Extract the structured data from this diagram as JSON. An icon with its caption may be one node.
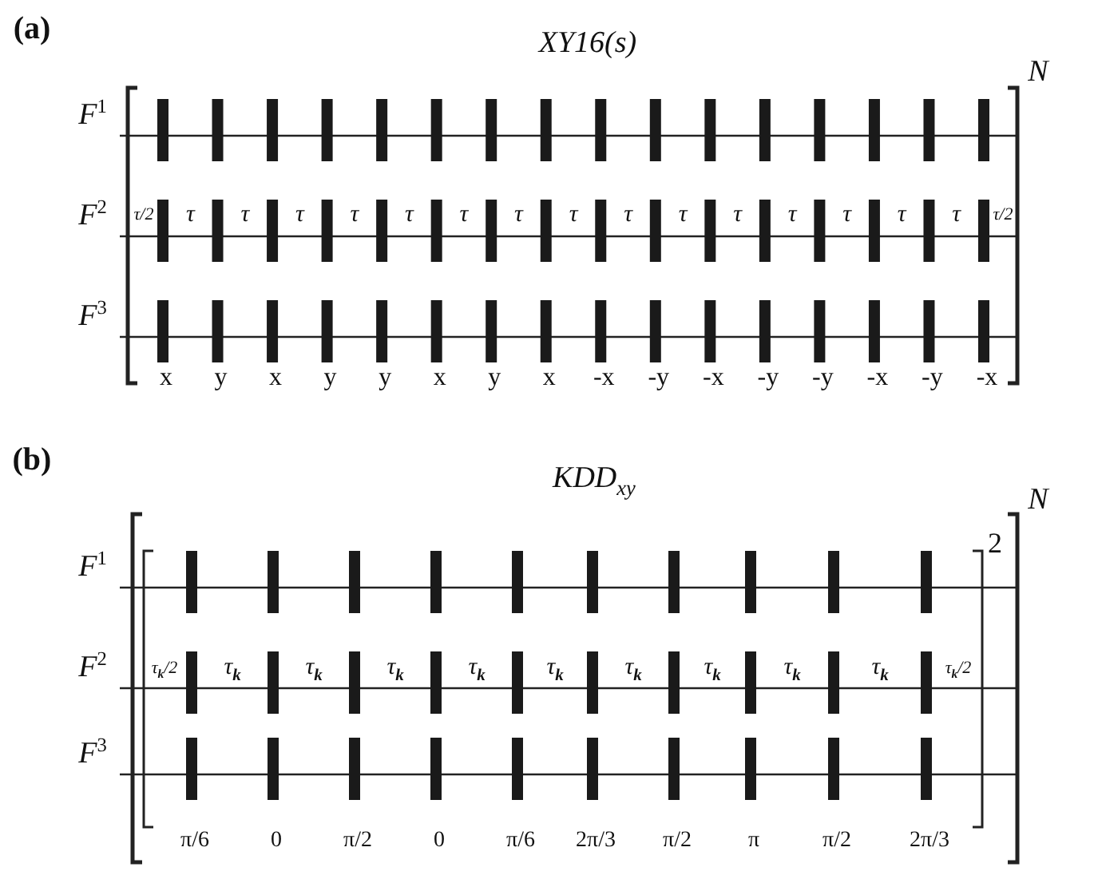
{
  "diagram": {
    "labels": [
      "(a)",
      "XY16(s)",
      "N",
      "F$^{1}$",
      "F$^{2}$",
      "F$^{3}$",
      "τ/2",
      "τ",
      "τ",
      "τ",
      "τ",
      "τ",
      "τ",
      "τ",
      "τ",
      "τ",
      "τ",
      "τ",
      "τ",
      "τ",
      "τ",
      "τ",
      "τ/2",
      "x",
      "y",
      "x",
      "y",
      "y",
      "x",
      "y",
      "x",
      "-x",
      "-y",
      "-x",
      "-y",
      "-y",
      "-x",
      "-y",
      "-x",
      "(b)",
      "*KDD*$_{xy}$",
      "N",
      "2",
      "F$^{1}$",
      "F$^{2}$",
      "F$^{3}$",
      "τ$_{k}$/2",
      "τ$_{k}$",
      "τ$_{k}$",
      "τ$_{k}$",
      "τ$_{k}$",
      "τ$_{k}$",
      "τ$_{k}$",
      "τ$_{k}$",
      "τ$_{k}$",
      "τ$_{k}$",
      "τ$_{k}$/2",
      "π/6",
      "0",
      "π/2",
      "0",
      "π/6",
      "2π/3",
      "π/2",
      "π",
      "π/2",
      "2π/3"
    ]
  }
}
